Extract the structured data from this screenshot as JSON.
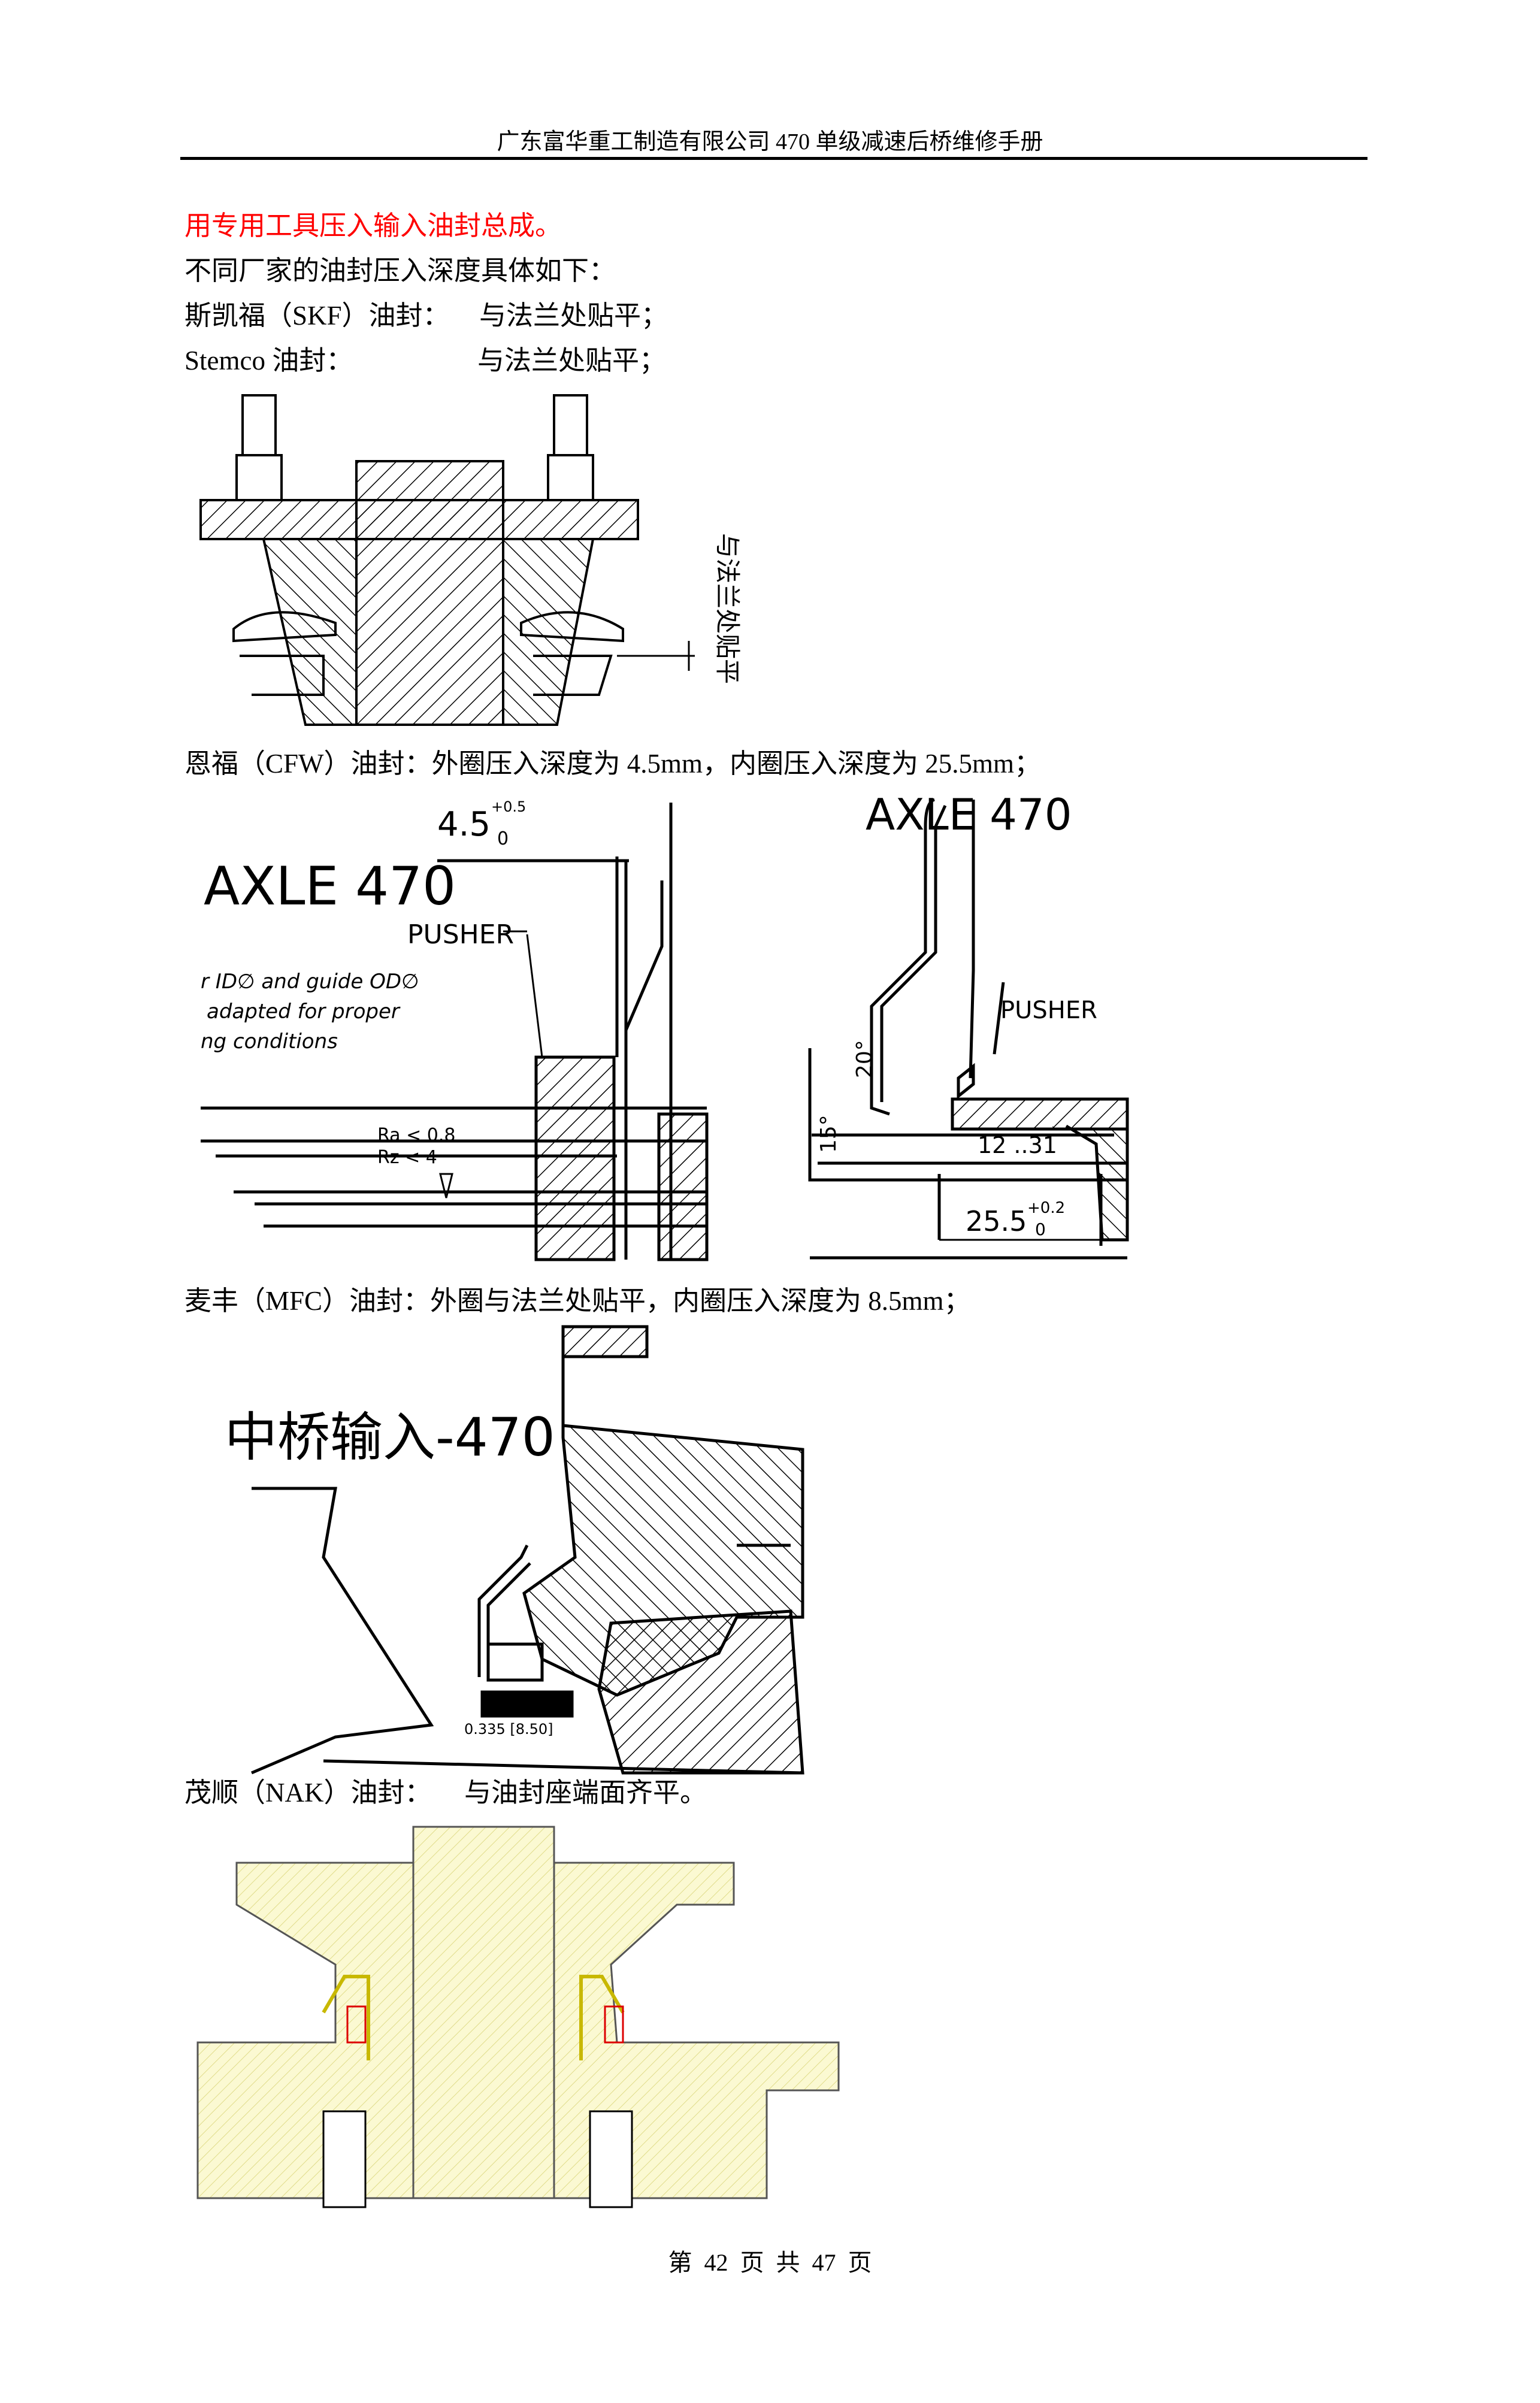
{
  "header": {
    "title": "广东富华重工制造有限公司 470 单级减速后桥维修手册"
  },
  "body": {
    "instruction": "用专用工具压入输入油封总成。",
    "intro": "不同厂家的油封压入深度具体如下：",
    "skf": {
      "label": "斯凯福（SKF）油封：",
      "value": "与法兰处贴平；"
    },
    "stemco": {
      "label": "Stemco 油封：",
      "value": "与法兰处贴平；"
    },
    "cfw": "恩福（CFW）油封：外圈压入深度为 4.5mm，内圈压入深度为 25.5mm；",
    "mfc": "麦丰（MFC）油封：外圈与法兰处贴平，内圈压入深度为 8.5mm；",
    "nak": {
      "label": "茂顺（NAK）油封：",
      "value": "与油封座端面齐平。"
    }
  },
  "figures": {
    "skf_note": "与法兰处贴平",
    "cfw_left": {
      "title": "AXLE 470",
      "dim": "4.5",
      "tol_top": "+0.5",
      "tol_bot": "0",
      "pusher": "PUSHER",
      "note1": "r ID∅ and guide OD∅",
      "note2": "adapted for proper",
      "note3": "ng conditions",
      "ra": "Ra < 0.8",
      "rz": "Rz < 4"
    },
    "cfw_right": {
      "title": "AXLE 470",
      "pusher": "PUSHER",
      "angle1": "20°",
      "angle2": "15°",
      "dim_small": "12 ..31",
      "dim": "25.5",
      "tol_top": "+0.2",
      "tol_bot": "0"
    },
    "mfc": {
      "title": "中桥输入-470",
      "dim": "0.335 [8.50]"
    }
  },
  "footer": {
    "page": "第  42  页  共  47  页"
  }
}
